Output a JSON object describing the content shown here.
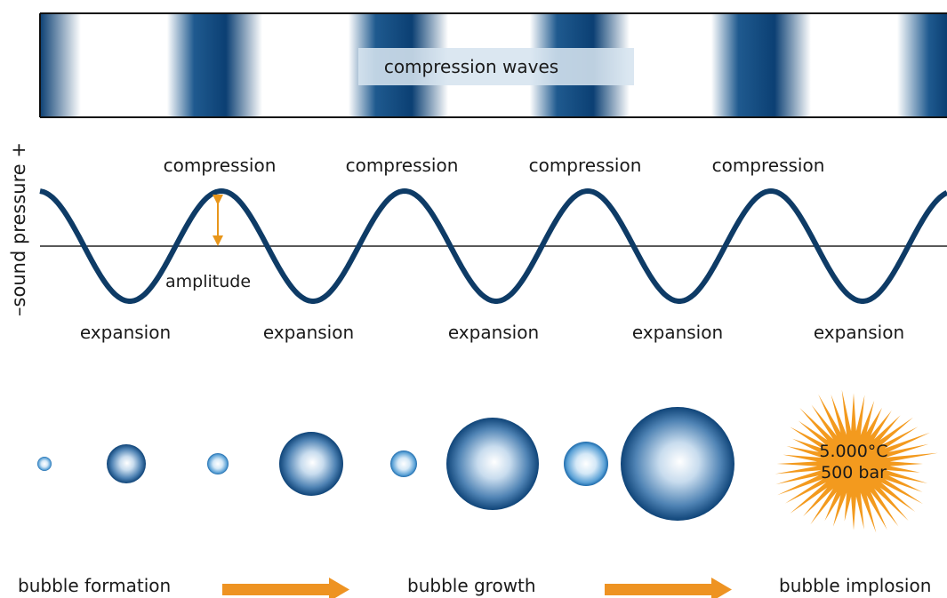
{
  "band": {
    "label": "compression waves",
    "color_dark": "#0b3f73",
    "color_light": "#ffffff"
  },
  "wave": {
    "y_axis_label": "–sound pressure +",
    "amplitude_label": "amplitude",
    "compression_labels": [
      "compression",
      "compression",
      "compression",
      "compression"
    ],
    "expansion_labels": [
      "expansion",
      "expansion",
      "expansion",
      "expansion",
      "expansion"
    ],
    "wave_color": "#0e3b66",
    "amplitude_arrow_color": "#e8961b"
  },
  "bubbles": {
    "stages": [
      "bubble formation",
      "bubble growth",
      "bubble implosion"
    ],
    "implosion_temperature": "5.000°C",
    "implosion_pressure": "500 bar",
    "burst_color": "#f39a1e",
    "arrow_color": "#ee9322"
  }
}
